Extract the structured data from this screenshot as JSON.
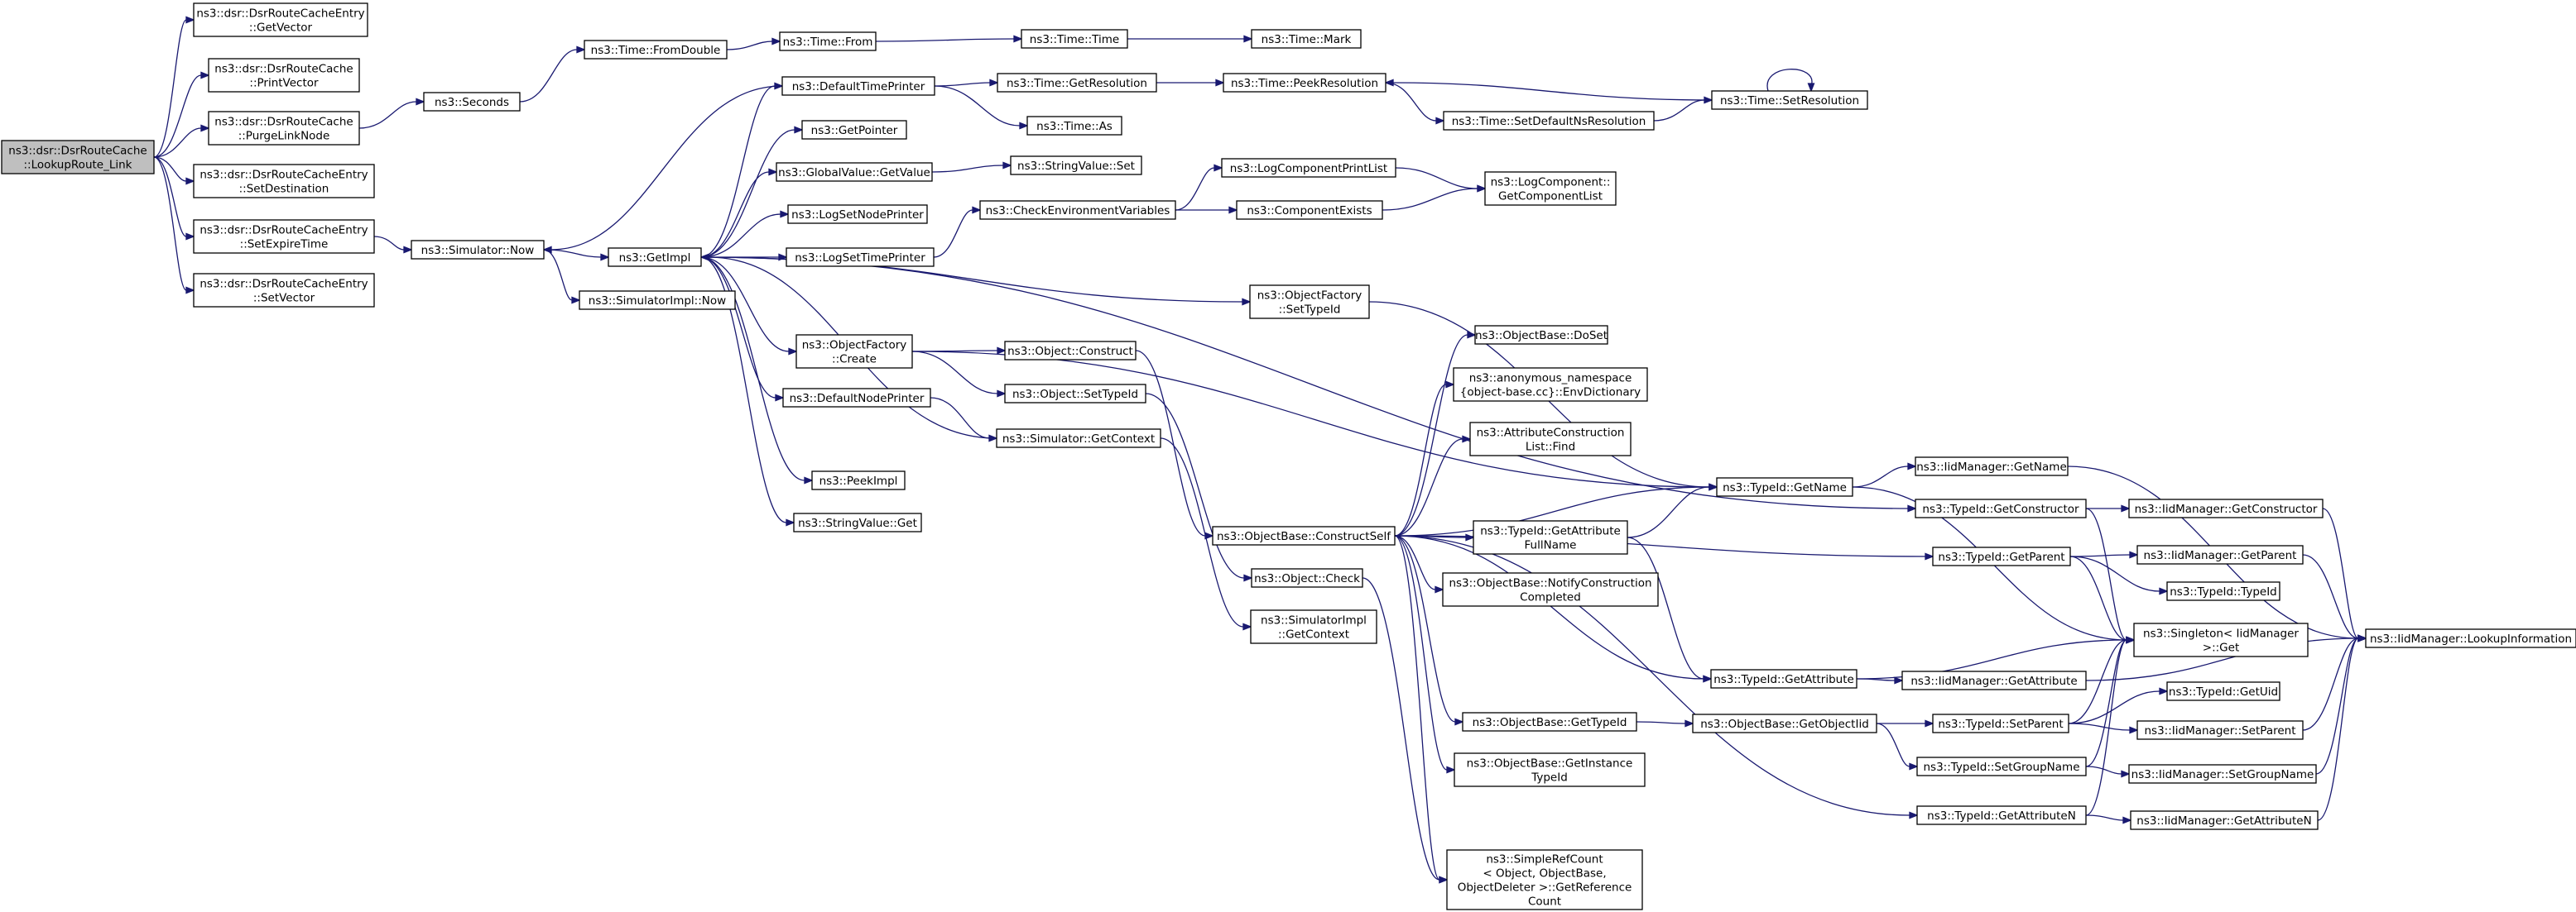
{
  "graph": {
    "title": "",
    "colors": {
      "edge": "#191970",
      "node_border": "#000000",
      "root_fill": "#bfbfbf",
      "node_fill": "#ffffff",
      "background": "#ffffff"
    },
    "nodes": [
      {
        "id": "lookuproute",
        "lines": [
          "ns3::dsr::DsrRouteCache",
          "::LookupRoute_Link"
        ],
        "root": true
      },
      {
        "id": "rce-getvector",
        "lines": [
          "ns3::dsr::DsrRouteCacheEntry",
          "::GetVector"
        ]
      },
      {
        "id": "rc-printvector",
        "lines": [
          "ns3::dsr::DsrRouteCache",
          "::PrintVector"
        ]
      },
      {
        "id": "rc-purgelinknode",
        "lines": [
          "ns3::dsr::DsrRouteCache",
          "::PurgeLinkNode"
        ]
      },
      {
        "id": "rce-setdestination",
        "lines": [
          "ns3::dsr::DsrRouteCacheEntry",
          "::SetDestination"
        ]
      },
      {
        "id": "rce-setexpiretime",
        "lines": [
          "ns3::dsr::DsrRouteCacheEntry",
          "::SetExpireTime"
        ]
      },
      {
        "id": "rce-setvector",
        "lines": [
          "ns3::dsr::DsrRouteCacheEntry",
          "::SetVector"
        ]
      },
      {
        "id": "seconds",
        "lines": [
          "ns3::Seconds"
        ]
      },
      {
        "id": "sim-now",
        "lines": [
          "ns3::Simulator::Now"
        ]
      },
      {
        "id": "time-fromdouble",
        "lines": [
          "ns3::Time::FromDouble"
        ]
      },
      {
        "id": "getimpl",
        "lines": [
          "ns3::GetImpl"
        ]
      },
      {
        "id": "simimpl-now",
        "lines": [
          "ns3::SimulatorImpl::Now"
        ]
      },
      {
        "id": "time-from",
        "lines": [
          "ns3::Time::From"
        ]
      },
      {
        "id": "time-time",
        "lines": [
          "ns3::Time::Time"
        ]
      },
      {
        "id": "time-mark",
        "lines": [
          "ns3::Time::Mark"
        ]
      },
      {
        "id": "defaulttimeprinter",
        "lines": [
          "ns3::DefaultTimePrinter"
        ]
      },
      {
        "id": "time-getresolution",
        "lines": [
          "ns3::Time::GetResolution"
        ]
      },
      {
        "id": "time-peekresolution",
        "lines": [
          "ns3::Time::PeekResolution"
        ]
      },
      {
        "id": "time-setresolution",
        "lines": [
          "ns3::Time::SetResolution"
        ]
      },
      {
        "id": "time-as",
        "lines": [
          "ns3::Time::As"
        ]
      },
      {
        "id": "time-setdefaultns",
        "lines": [
          "ns3::Time::SetDefaultNsResolution"
        ]
      },
      {
        "id": "getpointer",
        "lines": [
          "ns3::GetPointer"
        ]
      },
      {
        "id": "globalvalue-getvalue",
        "lines": [
          "ns3::GlobalValue::GetValue"
        ]
      },
      {
        "id": "stringvalue-set",
        "lines": [
          "ns3::StringValue::Set"
        ]
      },
      {
        "id": "logsetnodeprinter",
        "lines": [
          "ns3::LogSetNodePrinter"
        ]
      },
      {
        "id": "logsettimeprinter",
        "lines": [
          "ns3::LogSetTimePrinter"
        ]
      },
      {
        "id": "checkenvvars",
        "lines": [
          "ns3::CheckEnvironmentVariables"
        ]
      },
      {
        "id": "logcomponentprintlist",
        "lines": [
          "ns3::LogComponentPrintList"
        ]
      },
      {
        "id": "componentexists",
        "lines": [
          "ns3::ComponentExists"
        ]
      },
      {
        "id": "logcomponent-getlist",
        "lines": [
          "ns3::LogComponent::",
          "GetComponentList"
        ]
      },
      {
        "id": "objectfactory-settypeid",
        "lines": [
          "ns3::ObjectFactory",
          "::SetTypeId"
        ]
      },
      {
        "id": "objectfactory-create",
        "lines": [
          "ns3::ObjectFactory",
          "::Create"
        ]
      },
      {
        "id": "object-construct",
        "lines": [
          "ns3::Object::Construct"
        ]
      },
      {
        "id": "object-settypeid",
        "lines": [
          "ns3::Object::SetTypeId"
        ]
      },
      {
        "id": "defaultnodeprinter",
        "lines": [
          "ns3::DefaultNodePrinter"
        ]
      },
      {
        "id": "sim-getcontext",
        "lines": [
          "ns3::Simulator::GetContext"
        ]
      },
      {
        "id": "peekimpl",
        "lines": [
          "ns3::PeekImpl"
        ]
      },
      {
        "id": "stringvalue-get",
        "lines": [
          "ns3::StringValue::Get"
        ]
      },
      {
        "id": "objectbase-constructself",
        "lines": [
          "ns3::ObjectBase::ConstructSelf"
        ]
      },
      {
        "id": "object-check",
        "lines": [
          "ns3::Object::Check"
        ]
      },
      {
        "id": "simimpl-getcontext",
        "lines": [
          "ns3::SimulatorImpl",
          "::GetContext"
        ]
      },
      {
        "id": "objectbase-doset",
        "lines": [
          "ns3::ObjectBase::DoSet"
        ]
      },
      {
        "id": "envdictionary",
        "lines": [
          "ns3::anonymous_namespace",
          "{object-base.cc}::EnvDictionary"
        ]
      },
      {
        "id": "attrconstructionlist-find",
        "lines": [
          "ns3::AttributeConstruction",
          "List::Find"
        ]
      },
      {
        "id": "typeid-getname",
        "lines": [
          "ns3::TypeId::GetName"
        ]
      },
      {
        "id": "typeid-getattributefullname",
        "lines": [
          "ns3::TypeId::GetAttribute",
          "FullName"
        ]
      },
      {
        "id": "notifyconstructioncompleted",
        "lines": [
          "ns3::ObjectBase::NotifyConstruction",
          "Completed"
        ]
      },
      {
        "id": "typeid-getattribute",
        "lines": [
          "ns3::TypeId::GetAttribute"
        ]
      },
      {
        "id": "objectbase-gettypeid",
        "lines": [
          "ns3::ObjectBase::GetTypeId"
        ]
      },
      {
        "id": "objectbase-getinstancetypeid",
        "lines": [
          "ns3::ObjectBase::GetInstance",
          "TypeId"
        ]
      },
      {
        "id": "simplerefcount",
        "lines": [
          "ns3::SimpleRefCount",
          "< Object, ObjectBase,",
          "ObjectDeleter >::GetReference",
          "Count"
        ]
      },
      {
        "id": "objectbase-getobjectiid",
        "lines": [
          "ns3::ObjectBase::GetObjectIid"
        ]
      },
      {
        "id": "iid-getname",
        "lines": [
          "ns3::IidManager::GetName"
        ]
      },
      {
        "id": "typeid-getconstructor",
        "lines": [
          "ns3::TypeId::GetConstructor"
        ]
      },
      {
        "id": "typeid-getparent",
        "lines": [
          "ns3::TypeId::GetParent"
        ]
      },
      {
        "id": "singleton-get",
        "lines": [
          "ns3::Singleton< IidManager",
          ">::Get"
        ]
      },
      {
        "id": "iid-getattribute",
        "lines": [
          "ns3::IidManager::GetAttribute"
        ]
      },
      {
        "id": "typeid-setparent",
        "lines": [
          "ns3::TypeId::SetParent"
        ]
      },
      {
        "id": "typeid-setgroupname",
        "lines": [
          "ns3::TypeId::SetGroupName"
        ]
      },
      {
        "id": "typeid-getattributen",
        "lines": [
          "ns3::TypeId::GetAttributeN"
        ]
      },
      {
        "id": "iid-getconstructor",
        "lines": [
          "ns3::IidManager::GetConstructor"
        ]
      },
      {
        "id": "iid-getparent",
        "lines": [
          "ns3::IidManager::GetParent"
        ]
      },
      {
        "id": "typeid-typeid",
        "lines": [
          "ns3::TypeId::TypeId"
        ]
      },
      {
        "id": "typeid-getuid",
        "lines": [
          "ns3::TypeId::GetUid"
        ]
      },
      {
        "id": "iid-setparent",
        "lines": [
          "ns3::IidManager::SetParent"
        ]
      },
      {
        "id": "iid-setgroupname",
        "lines": [
          "ns3::IidManager::SetGroupName"
        ]
      },
      {
        "id": "iid-getattributen",
        "lines": [
          "ns3::IidManager::GetAttributeN"
        ]
      },
      {
        "id": "iid-lookupinformation",
        "lines": [
          "ns3::IidManager::LookupInformation"
        ]
      }
    ],
    "edges": [
      [
        "lookuproute",
        "rce-getvector"
      ],
      [
        "lookuproute",
        "rc-printvector"
      ],
      [
        "lookuproute",
        "rc-purgelinknode"
      ],
      [
        "lookuproute",
        "rce-setdestination"
      ],
      [
        "lookuproute",
        "rce-setexpiretime"
      ],
      [
        "lookuproute",
        "rce-setvector"
      ],
      [
        "rc-purgelinknode",
        "seconds"
      ],
      [
        "rce-setexpiretime",
        "sim-now"
      ],
      [
        "seconds",
        "time-fromdouble"
      ],
      [
        "time-fromdouble",
        "time-from"
      ],
      [
        "time-from",
        "time-time"
      ],
      [
        "time-time",
        "time-mark"
      ],
      [
        "sim-now",
        "getimpl"
      ],
      [
        "sim-now",
        "simimpl-now"
      ],
      [
        "defaulttimeprinter",
        "sim-now"
      ],
      [
        "defaulttimeprinter",
        "time-getresolution"
      ],
      [
        "defaulttimeprinter",
        "time-as"
      ],
      [
        "time-getresolution",
        "time-peekresolution"
      ],
      [
        "time-peekresolution",
        "time-setdefaultns"
      ],
      [
        "time-setdefaultns",
        "time-setresolution"
      ],
      [
        "time-setresolution",
        "time-peekresolution"
      ],
      [
        "time-setresolution",
        "time-setresolution"
      ],
      [
        "getimpl",
        "defaulttimeprinter"
      ],
      [
        "getimpl",
        "getpointer"
      ],
      [
        "getimpl",
        "globalvalue-getvalue"
      ],
      [
        "getimpl",
        "logsetnodeprinter"
      ],
      [
        "getimpl",
        "logsettimeprinter"
      ],
      [
        "getimpl",
        "objectfactory-settypeid"
      ],
      [
        "getimpl",
        "objectfactory-create"
      ],
      [
        "getimpl",
        "defaultnodeprinter"
      ],
      [
        "getimpl",
        "peekimpl"
      ],
      [
        "getimpl",
        "stringvalue-get"
      ],
      [
        "getimpl",
        "typeid-getconstructor"
      ],
      [
        "sim-getcontext",
        "getimpl"
      ],
      [
        "globalvalue-getvalue",
        "stringvalue-set"
      ],
      [
        "logsettimeprinter",
        "checkenvvars"
      ],
      [
        "checkenvvars",
        "logcomponentprintlist"
      ],
      [
        "checkenvvars",
        "componentexists"
      ],
      [
        "logcomponentprintlist",
        "logcomponent-getlist"
      ],
      [
        "componentexists",
        "logcomponent-getlist"
      ],
      [
        "objectfactory-create",
        "object-construct"
      ],
      [
        "objectfactory-create",
        "object-settypeid"
      ],
      [
        "objectfactory-create",
        "typeid-getname"
      ],
      [
        "objectfactory-settypeid",
        "typeid-getname"
      ],
      [
        "defaultnodeprinter",
        "sim-getcontext"
      ],
      [
        "sim-getcontext",
        "simimpl-getcontext"
      ],
      [
        "object-construct",
        "objectbase-constructself"
      ],
      [
        "object-settypeid",
        "object-check"
      ],
      [
        "objectbase-constructself",
        "objectbase-doset"
      ],
      [
        "objectbase-constructself",
        "envdictionary"
      ],
      [
        "objectbase-constructself",
        "attrconstructionlist-find"
      ],
      [
        "objectbase-constructself",
        "typeid-getname"
      ],
      [
        "objectbase-constructself",
        "typeid-getattributefullname"
      ],
      [
        "objectbase-constructself",
        "notifyconstructioncompleted"
      ],
      [
        "objectbase-constructself",
        "typeid-getparent"
      ],
      [
        "objectbase-constructself",
        "typeid-getattribute"
      ],
      [
        "objectbase-constructself",
        "objectbase-gettypeid"
      ],
      [
        "objectbase-constructself",
        "objectbase-getinstancetypeid"
      ],
      [
        "objectbase-constructself",
        "simplerefcount"
      ],
      [
        "objectbase-constructself",
        "typeid-getattributen"
      ],
      [
        "object-check",
        "simplerefcount"
      ],
      [
        "typeid-getattributefullname",
        "typeid-getname"
      ],
      [
        "typeid-getattributefullname",
        "typeid-getattribute"
      ],
      [
        "typeid-getname",
        "iid-getname"
      ],
      [
        "typeid-getname",
        "singleton-get"
      ],
      [
        "typeid-getconstructor",
        "iid-getconstructor"
      ],
      [
        "typeid-getconstructor",
        "singleton-get"
      ],
      [
        "typeid-getparent",
        "iid-getparent"
      ],
      [
        "typeid-getparent",
        "typeid-typeid"
      ],
      [
        "typeid-getparent",
        "singleton-get"
      ],
      [
        "typeid-getattribute",
        "iid-getattribute"
      ],
      [
        "typeid-getattribute",
        "singleton-get"
      ],
      [
        "objectbase-gettypeid",
        "objectbase-getobjectiid"
      ],
      [
        "objectbase-getobjectiid",
        "typeid-setparent"
      ],
      [
        "objectbase-getobjectiid",
        "typeid-setgroupname"
      ],
      [
        "typeid-setparent",
        "typeid-getuid"
      ],
      [
        "typeid-setparent",
        "iid-setparent"
      ],
      [
        "typeid-setparent",
        "singleton-get"
      ],
      [
        "typeid-setgroupname",
        "iid-setgroupname"
      ],
      [
        "typeid-setgroupname",
        "singleton-get"
      ],
      [
        "typeid-getattributen",
        "iid-getattributen"
      ],
      [
        "typeid-getattributen",
        "singleton-get"
      ],
      [
        "iid-getname",
        "iid-lookupinformation"
      ],
      [
        "iid-getconstructor",
        "iid-lookupinformation"
      ],
      [
        "iid-getparent",
        "iid-lookupinformation"
      ],
      [
        "iid-getattribute",
        "iid-lookupinformation"
      ],
      [
        "iid-setparent",
        "iid-lookupinformation"
      ],
      [
        "iid-setgroupname",
        "iid-lookupinformation"
      ],
      [
        "iid-getattributen",
        "iid-lookupinformation"
      ]
    ]
  }
}
